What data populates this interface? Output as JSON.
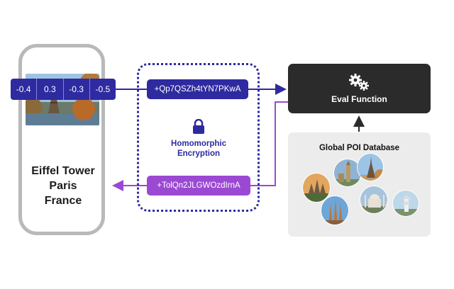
{
  "phone": {
    "location_lines": [
      "Eiffel Tower",
      "Paris",
      "France"
    ]
  },
  "embedding_vector": [
    "-0.4",
    "0.3",
    "-0.3",
    "-0.5"
  ],
  "encrypted_query": "+Qp7QSZh4tYN7PKwA",
  "encrypted_result": "+TolQn2JLGWOzdIrnA",
  "encryption": {
    "label_line1": "Homomorphic",
    "label_line2": "Encryption",
    "icon": "lock-icon"
  },
  "eval": {
    "label": "Eval Function",
    "icon": "gears-icon"
  },
  "database": {
    "title": "Global POI Database",
    "items": [
      "eiffel-tower",
      "big-ben",
      "angkor-wat",
      "taj-mahal",
      "sagrada-familia",
      "pagoda"
    ]
  },
  "colors": {
    "primary": "#2e2aa0",
    "result": "#9b49d3",
    "eval_bg": "#2b2b2b",
    "db_bg": "#ececec"
  }
}
